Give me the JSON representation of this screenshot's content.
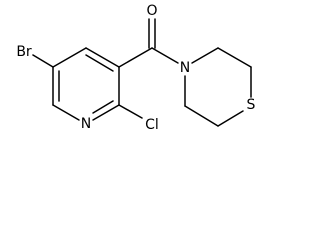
{
  "molecule": {
    "atom_labels": {
      "bromine": "Br",
      "pyridine_nitrogen": "N",
      "chlorine": "Cl",
      "carbonyl_oxygen": "O",
      "morpholine_nitrogen": "N",
      "sulfur": "S"
    }
  }
}
